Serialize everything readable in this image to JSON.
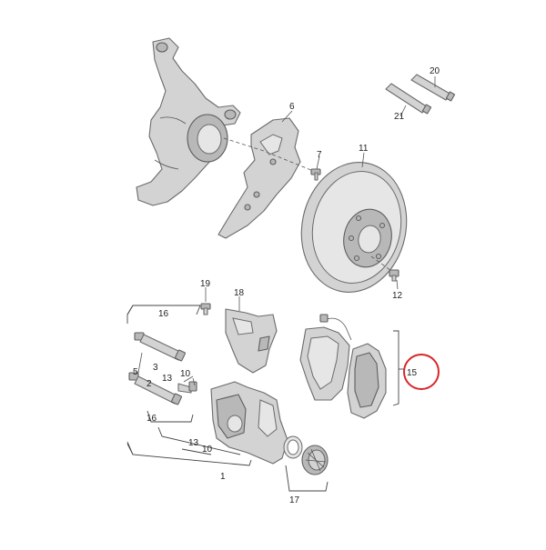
{
  "callouts": {
    "c1": "1",
    "c2": "2",
    "c3": "3",
    "c5": "5",
    "c6": "6",
    "c7": "7",
    "c10a": "10",
    "c10b": "10",
    "c11": "11",
    "c12": "12",
    "c13a": "13",
    "c13b": "13",
    "c15": "15",
    "c16a": "16",
    "c16b": "16",
    "c17": "17",
    "c18": "18",
    "c19": "19",
    "c20": "20",
    "c21": "21"
  },
  "highlight": {
    "target": "15",
    "color": "#d8262b"
  },
  "colors": {
    "part_fill": "#d3d3d3",
    "part_stroke": "#6b6b6b",
    "background": "#ffffff"
  }
}
